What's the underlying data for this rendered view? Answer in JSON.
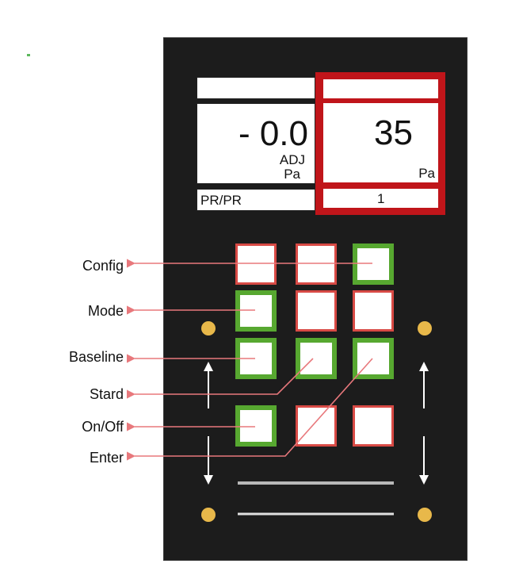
{
  "display": {
    "left_value": "- 0.0",
    "left_mode": "ADJ",
    "left_unit": "Pa",
    "right_value": "35",
    "right_unit": "Pa",
    "bottom_left": "PR/PR",
    "bottom_right": "1"
  },
  "labels": [
    {
      "id": "config",
      "text": "Config"
    },
    {
      "id": "mode",
      "text": "Mode"
    },
    {
      "id": "baseline",
      "text": "Baseline"
    },
    {
      "id": "stard",
      "text": "Stard"
    },
    {
      "id": "onoff",
      "text": "On/Off"
    },
    {
      "id": "enter",
      "text": "Enter"
    }
  ],
  "keys": [
    {
      "row": 1,
      "col": 1,
      "state": "red"
    },
    {
      "row": 1,
      "col": 2,
      "state": "red"
    },
    {
      "row": 1,
      "col": 3,
      "state": "green"
    },
    {
      "row": 2,
      "col": 1,
      "state": "green"
    },
    {
      "row": 2,
      "col": 2,
      "state": "red"
    },
    {
      "row": 2,
      "col": 3,
      "state": "red"
    },
    {
      "row": 3,
      "col": 1,
      "state": "green"
    },
    {
      "row": 3,
      "col": 2,
      "state": "green"
    },
    {
      "row": 3,
      "col": 3,
      "state": "green"
    },
    {
      "row": 4,
      "col": 1,
      "state": "green"
    },
    {
      "row": 4,
      "col": 2,
      "state": "red"
    },
    {
      "row": 4,
      "col": 3,
      "state": "red"
    }
  ],
  "colors": {
    "panel": "#1c1c1c",
    "highlight_red": "#c0151a",
    "key_red": "#d84a45",
    "key_green": "#57a830",
    "led": "#e8b84a",
    "callout_arrow": "#e8787c"
  }
}
